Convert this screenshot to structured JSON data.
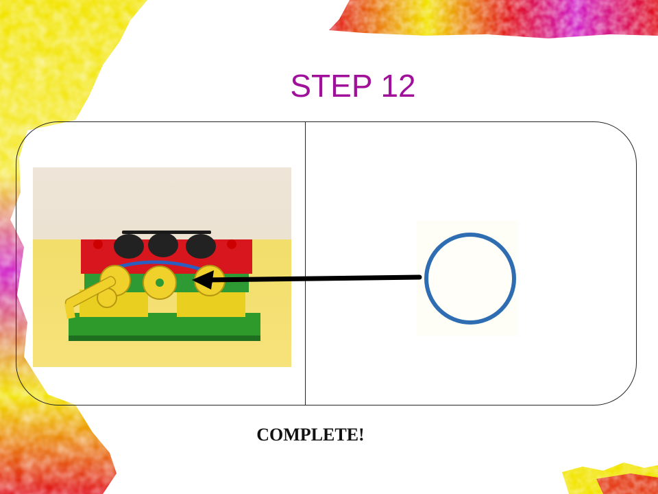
{
  "slide": {
    "title": "STEP 12",
    "caption": "COMPLETE!"
  },
  "icons": {
    "photo": "lego-model-photo",
    "ring": "rubber-band-ring-icon",
    "arrow": "left-arrow-icon"
  },
  "colors": {
    "title": "#a0109a",
    "ring": "#2f6db3",
    "decor_yellow": "#f2e400",
    "decor_red": "#e0101a",
    "decor_magenta": "#d020c8"
  }
}
